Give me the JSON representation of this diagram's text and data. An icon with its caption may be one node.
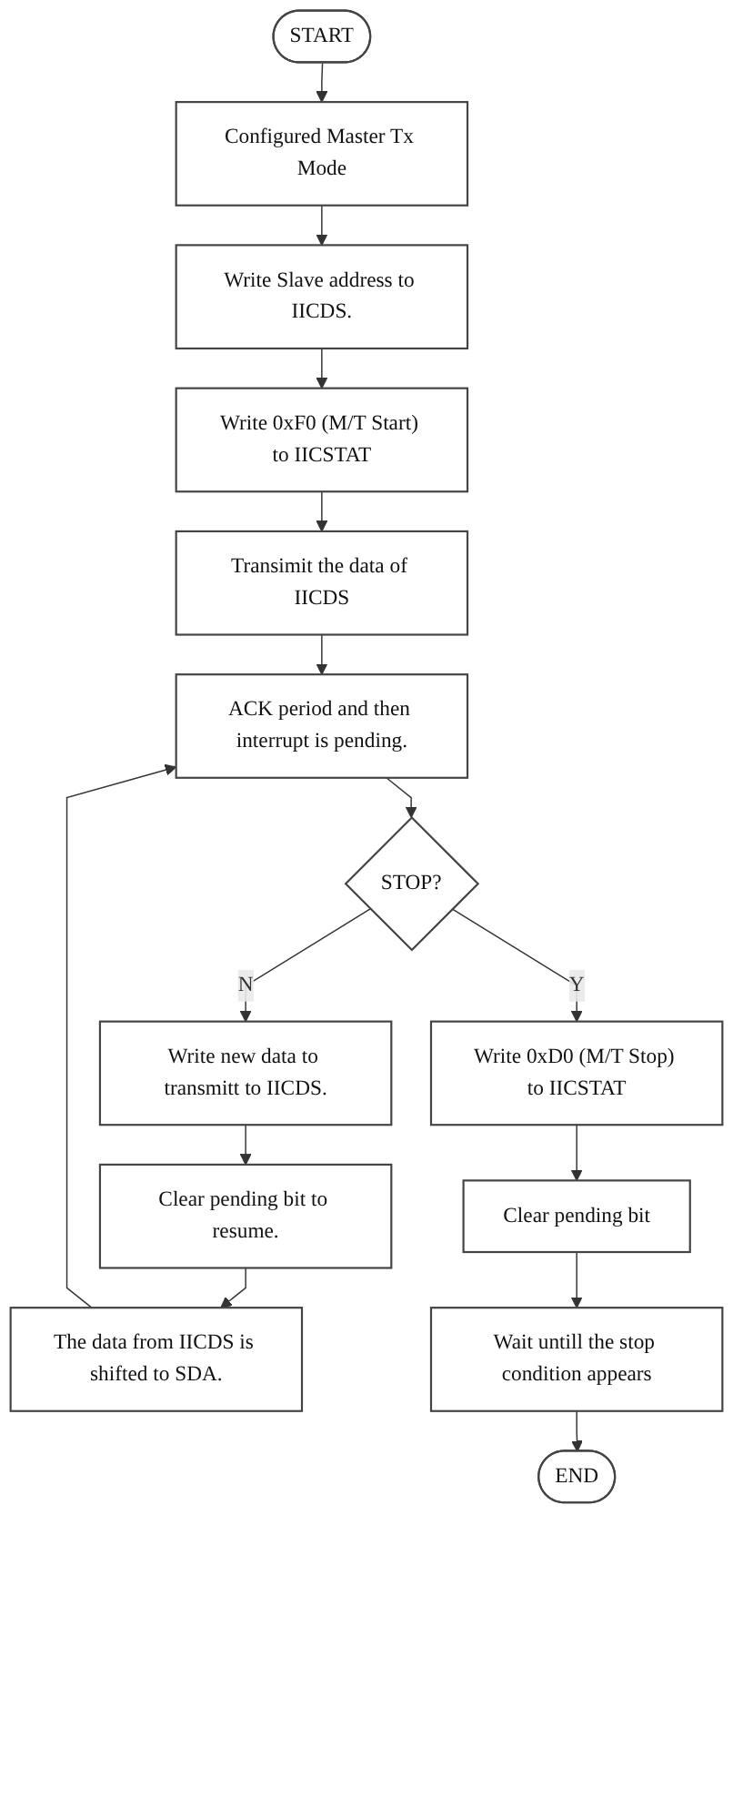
{
  "diagram": {
    "nodes": [
      {
        "text": [
          "START"
        ]
      },
      {
        "text": [
          "Configured Master Tx Mode"
        ]
      },
      {
        "text": [
          "Write Slave address to IICDS."
        ]
      },
      {
        "text": [
          "Write 0xF0 (M/T Start) to IICSTAT"
        ]
      },
      {
        "text": [
          "Transimit the data of IICDS"
        ]
      },
      {
        "text": [
          "ACK period and then interrupt is pending."
        ]
      },
      {
        "text": [
          "STOP?"
        ]
      },
      {
        "text": [
          "Write new data to transmitt to IICDS."
        ]
      },
      {
        "text": [
          "Write 0xD0 (M/T Stop) to IICSTAT"
        ]
      },
      {
        "text": [
          "Clear pending bit to resume."
        ]
      },
      {
        "text": [
          "Clear pending bit"
        ]
      },
      {
        "text": [
          "The data from IICDS is shifted to SDA."
        ]
      },
      {
        "text": [
          "Wait untill the stop condition appears"
        ]
      },
      {
        "text": [
          "END"
        ]
      }
    ],
    "edges": [
      {
        "from": 0,
        "to": 1,
        "arrow": "to"
      },
      {
        "from": 1,
        "to": 2,
        "arrow": "to"
      },
      {
        "from": 2,
        "to": 3,
        "arrow": "to"
      },
      {
        "from": 3,
        "to": 4,
        "arrow": "to"
      },
      {
        "from": 4,
        "to": 5,
        "arrow": "to"
      },
      {
        "from": 5,
        "to": 6,
        "arrow": "to"
      },
      {
        "from": 6,
        "to": 7,
        "label": "N",
        "arrow": "to"
      },
      {
        "from": 6,
        "to": 8,
        "label": "Y",
        "arrow": "to"
      },
      {
        "from": 7,
        "to": 9,
        "arrow": "to"
      },
      {
        "from": 9,
        "to": 11,
        "arrow": "to"
      },
      {
        "from": 11,
        "to": 5,
        "arrow": "to"
      },
      {
        "from": 8,
        "to": 10,
        "arrow": "to"
      },
      {
        "from": 10,
        "to": 12,
        "arrow": "to"
      },
      {
        "from": 12,
        "to": 13,
        "arrow": "to"
      }
    ]
  }
}
